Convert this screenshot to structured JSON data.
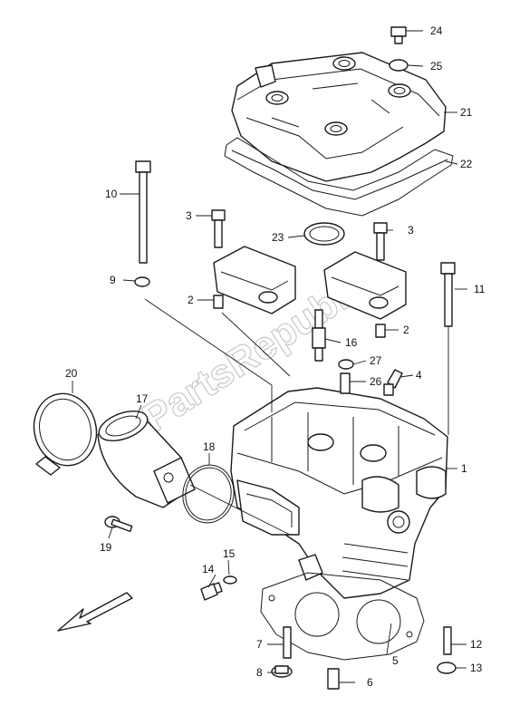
{
  "watermark": "PartsRepublik",
  "callouts": {
    "c1": "1",
    "c2a": "2",
    "c2b": "2",
    "c3a": "3",
    "c3b": "3",
    "c4": "4",
    "c5": "5",
    "c6": "6",
    "c7": "7",
    "c8": "8",
    "c9": "9",
    "c10": "10",
    "c11": "11",
    "c12": "12",
    "c13": "13",
    "c14": "14",
    "c15": "15",
    "c16": "16",
    "c17": "17",
    "c18": "18",
    "c19": "19",
    "c20": "20",
    "c21": "21",
    "c22": "22",
    "c23": "23",
    "c24": "24",
    "c25": "25",
    "c26": "26",
    "c27": "27"
  },
  "colors": {
    "line": "#1a1a1a",
    "watermark": "#c8c8c8",
    "background": "#ffffff"
  },
  "icons": {
    "front_arrow": "arrow-down-left-icon"
  }
}
